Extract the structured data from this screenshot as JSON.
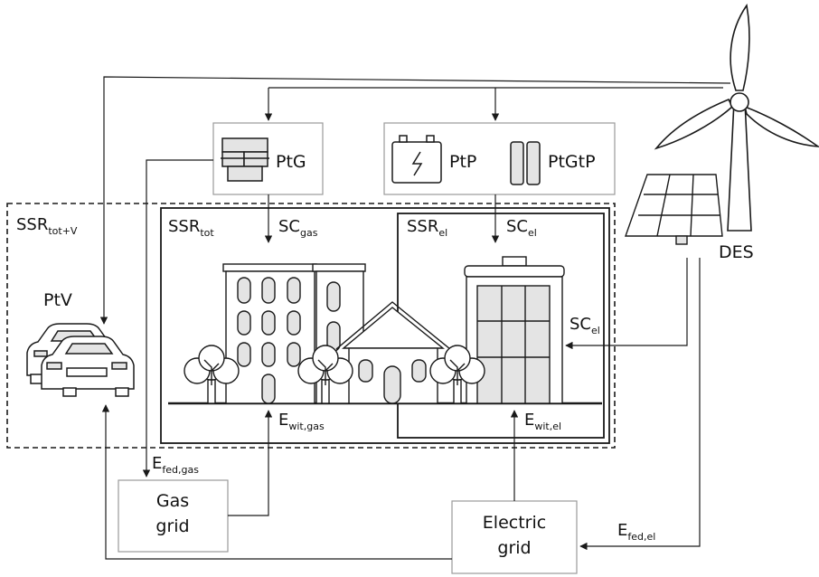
{
  "labels": {
    "ptg": "PtG",
    "ptp": "PtP",
    "ptgtp": "PtGtP",
    "ptv": "PtV",
    "des": "DES",
    "gas_grid_line1": "Gas",
    "gas_grid_line2": "grid",
    "electric_grid_line1": "Electric",
    "electric_grid_line2": "grid"
  },
  "symbols": {
    "ssr_tot_v": {
      "main": "SSR",
      "sub": "tot+V"
    },
    "ssr_tot": {
      "main": "SSR",
      "sub": "tot"
    },
    "ssr_el": {
      "main": "SSR",
      "sub": "el"
    },
    "sc_gas": {
      "main": "SC",
      "sub": "gas"
    },
    "sc_el_top": {
      "main": "SC",
      "sub": "el"
    },
    "sc_el_right": {
      "main": "SC",
      "sub": "el"
    },
    "e_wit_gas": {
      "main": "E",
      "sub": "wit,gas"
    },
    "e_wit_el": {
      "main": "E",
      "sub": "wit,el"
    },
    "e_fed_gas": {
      "main": "E",
      "sub": "fed,gas"
    },
    "e_fed_el": {
      "main": "E",
      "sub": "fed,el"
    }
  },
  "colors": {
    "line": "#1a1a1a",
    "box_border": "#888888",
    "fill_light": "#e4e4e4"
  }
}
